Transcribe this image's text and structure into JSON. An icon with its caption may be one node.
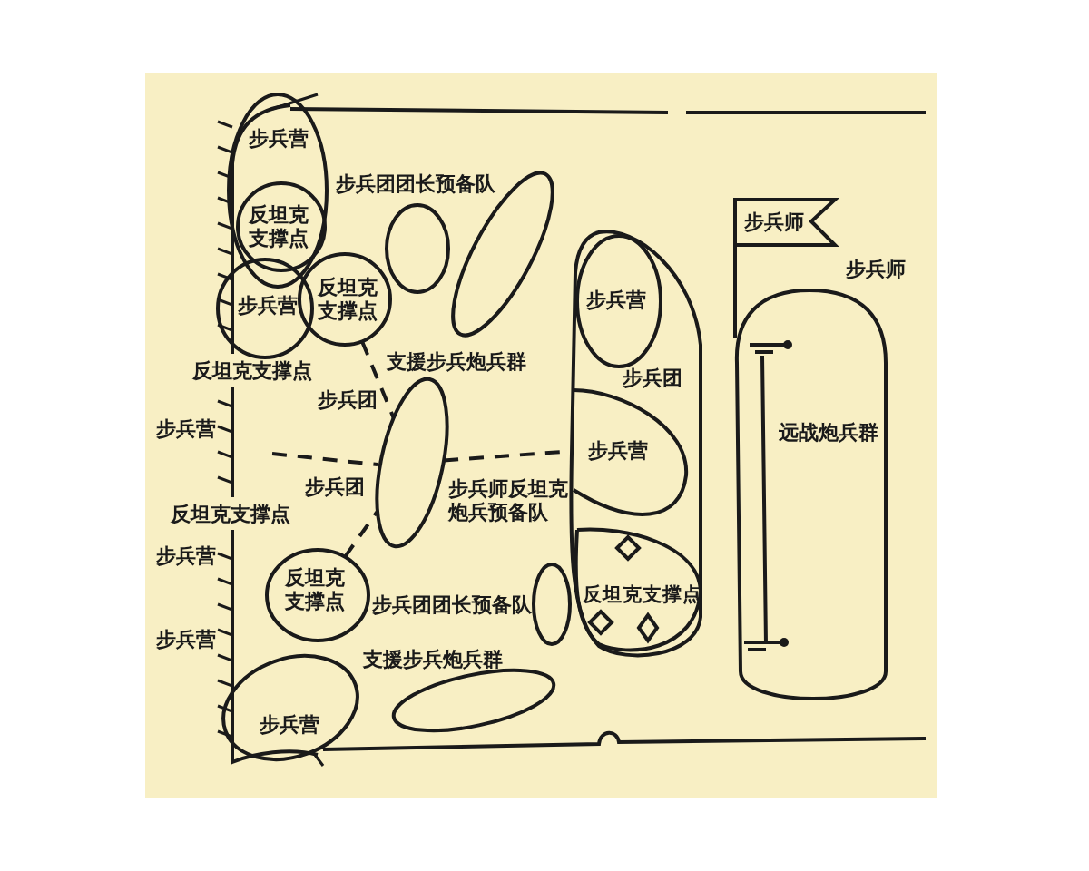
{
  "diagram": {
    "nodes": [
      {
        "text": [
          "步兵营"
        ]
      },
      {
        "text": [
          "反坦克支撑点"
        ],
        "in": 0
      },
      {
        "text": [
          "步兵营"
        ]
      },
      {
        "text": [
          "反坦克支撑点"
        ]
      },
      {
        "text": [
          "步兵团团长预备队"
        ]
      },
      {
        "text": [
          "支援步兵炮兵群"
        ]
      },
      {
        "text": [
          "步兵师反坦克炮兵预备队"
        ]
      },
      {
        "text": [
          "步兵团"
        ]
      },
      {
        "text": [
          "步兵营"
        ],
        "in": 7
      },
      {
        "text": [
          "步兵营"
        ],
        "in": 7
      },
      {
        "text": [
          "反坦克支撑点"
        ],
        "in": 7
      },
      {
        "text": [
          "步兵师"
        ]
      },
      {
        "text": [
          "步兵师",
          "远战炮兵群"
        ]
      },
      {
        "text": [
          "反坦克支撑点"
        ]
      },
      {
        "text": [
          "步兵团团长预备队"
        ]
      },
      {
        "text": [
          "支援步兵炮兵群"
        ]
      },
      {
        "text": [
          "步兵营"
        ]
      }
    ],
    "edges": [
      {
        "from": 6,
        "to": 7,
        "arrow": "none",
        "style": "dashed"
      },
      {
        "from": 13,
        "to": 6,
        "arrow": "none",
        "style": "dashed"
      },
      {
        "from": 3,
        "to": 6,
        "arrow": "none",
        "style": "dashed"
      }
    ],
    "labels": [
      "反坦克支撑点",
      "步兵团",
      "步兵营",
      "反坦克支撑点",
      "步兵团",
      "步兵营",
      "步兵营"
    ]
  }
}
